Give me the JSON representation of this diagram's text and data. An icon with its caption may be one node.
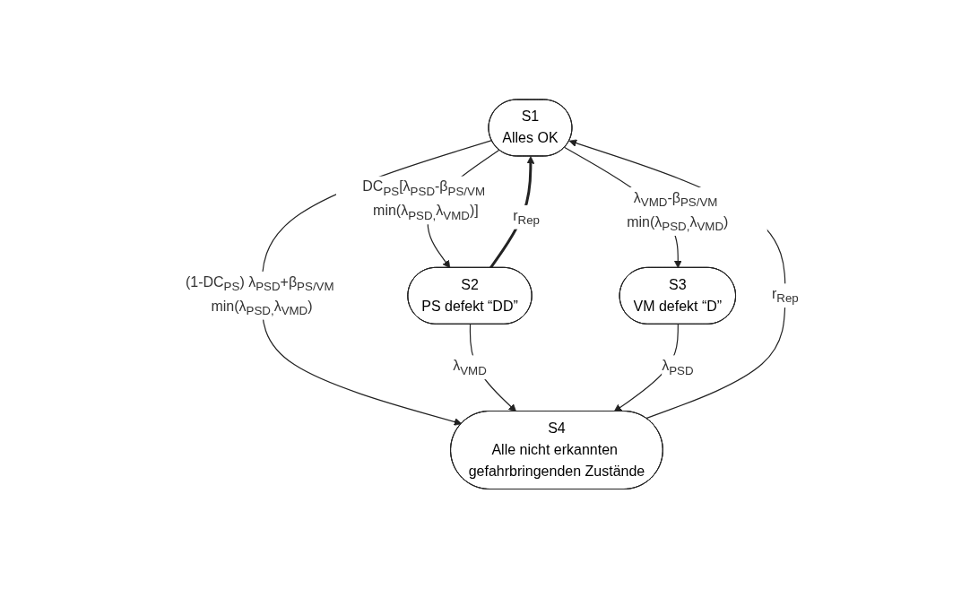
{
  "diagram": {
    "nodes": [
      {
        "text": [
          "S1",
          "Alles OK"
        ]
      },
      {
        "text": [
          "S2",
          "PS defekt “DD”"
        ]
      },
      {
        "text": [
          "S3",
          "VM defekt “D”"
        ]
      },
      {
        "text": [
          "S4",
          "Alle nicht erkannten gefahrbringenden Zustände"
        ]
      }
    ],
    "edges": [
      {
        "from": 0,
        "to": 1,
        "arrow": "to",
        "label": "DC$_{PS}$[λ$_{PSD}$-β$_{PS/VM}$ min(λ$_{PSD}$$_{,}$λ$_{VMD}$)]"
      },
      {
        "from": 1,
        "to": 0,
        "arrow": "to",
        "label": "r$_{Rep}$",
        "style": "thick"
      },
      {
        "from": 0,
        "to": 2,
        "arrow": "to",
        "label": "λ$_{VMD}$-β$_{PS/VM}$ min(λ$_{PSD}$$_{,}$λ$_{VMD}$)"
      },
      {
        "from": 0,
        "to": 3,
        "arrow": "to",
        "label": "(1-DC$_{PS}$) λ$_{PSD}$+β$_{PS/VM}$ min(λ$_{PSD}$$_{,}$λ$_{VMD}$)"
      },
      {
        "from": 1,
        "to": 3,
        "arrow": "to",
        "label": "λ$_{VMD}$"
      },
      {
        "from": 2,
        "to": 3,
        "arrow": "to",
        "label": "λ$_{PSD}$"
      },
      {
        "from": 3,
        "to": 0,
        "arrow": "to",
        "label": "r$_{Rep}$"
      }
    ]
  }
}
